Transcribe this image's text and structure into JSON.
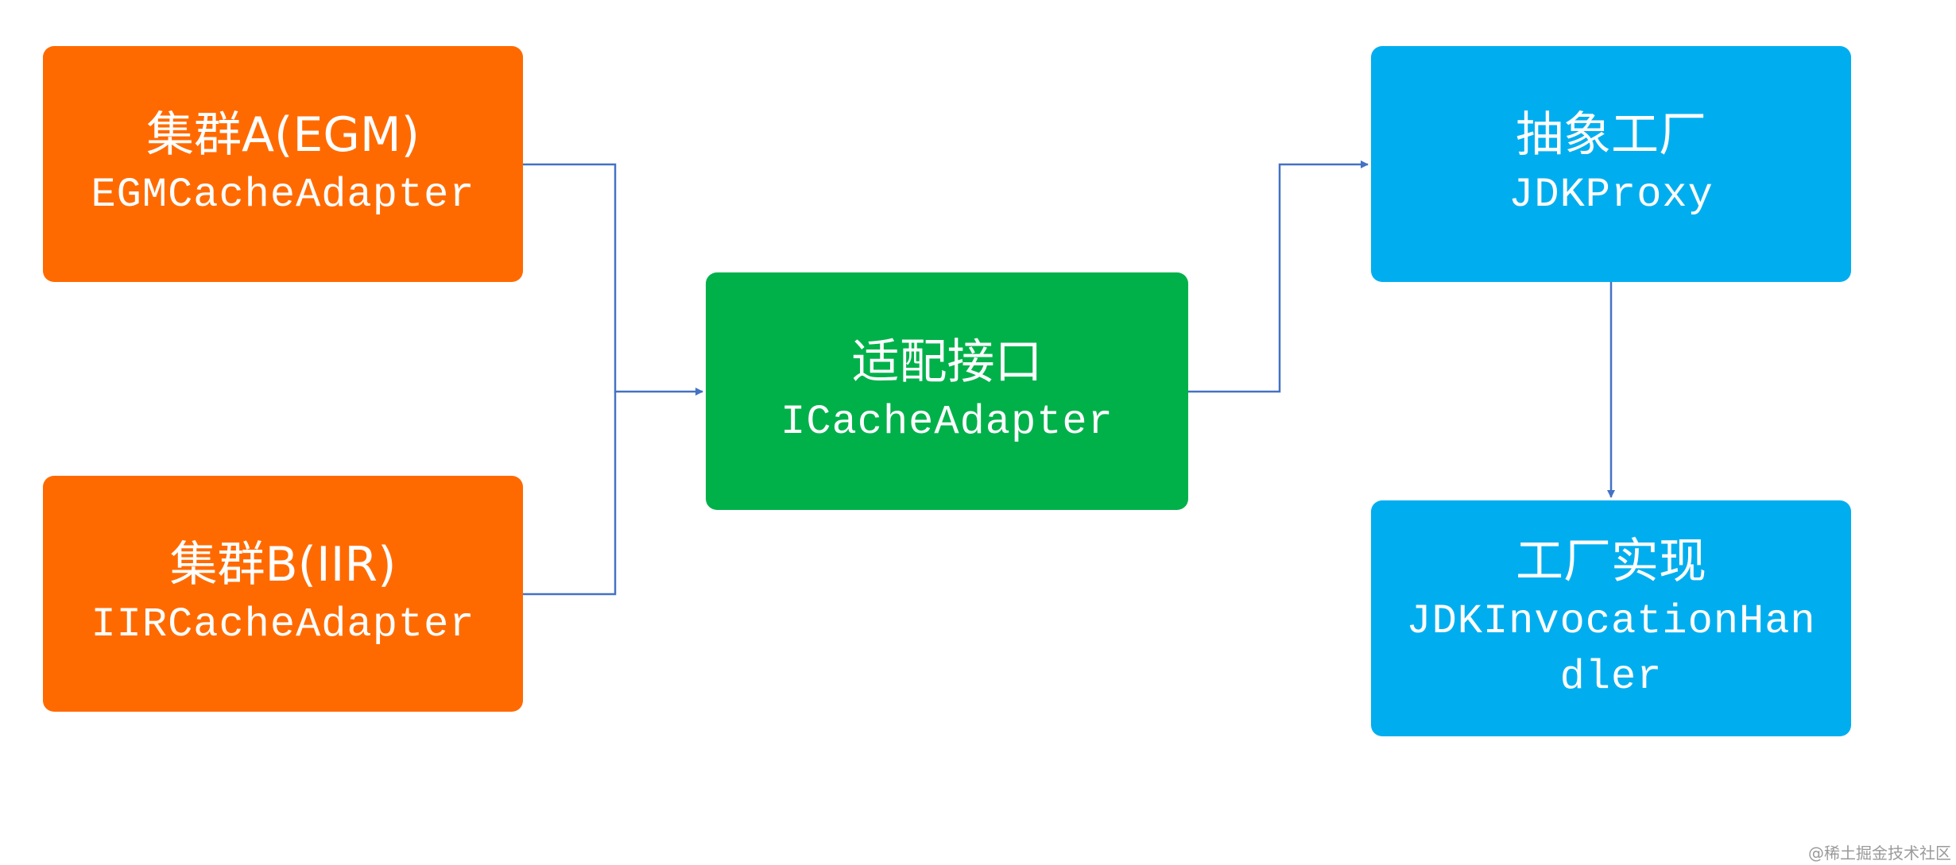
{
  "nodes": {
    "egm": {
      "title": "集群A(EGM)",
      "subtitle": "EGMCacheAdapter"
    },
    "iir": {
      "title": "集群B(IIR)",
      "subtitle": "IIRCacheAdapter"
    },
    "iface": {
      "title": "适配接口",
      "subtitle": "ICacheAdapter"
    },
    "proxy": {
      "title": "抽象工厂",
      "subtitle": "JDKProxy"
    },
    "impl": {
      "title": "工厂实现",
      "subtitle": "JDKInvocationHan\ndler"
    }
  },
  "colors": {
    "cluster": "#ff6a00",
    "interface": "#00b14a",
    "factory": "#00aeef",
    "connector": "#4472c4"
  },
  "watermark": "@稀土掘金技术社区"
}
